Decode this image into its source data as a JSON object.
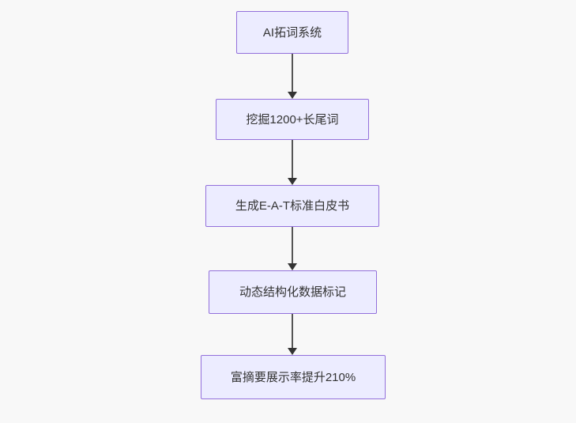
{
  "diagram": {
    "type": "flowchart",
    "direction": "top-down",
    "nodes": [
      {
        "id": "n1",
        "label": "AI拓词系统"
      },
      {
        "id": "n2",
        "label": "挖掘1200+长尾词"
      },
      {
        "id": "n3",
        "label": "生成E-A-T标准白皮书"
      },
      {
        "id": "n4",
        "label": "动态结构化数据标记"
      },
      {
        "id": "n5",
        "label": "富摘要展示率提升210%"
      }
    ],
    "edges": [
      {
        "from": "n1",
        "to": "n2",
        "style": "arrow"
      },
      {
        "from": "n2",
        "to": "n3",
        "style": "arrow"
      },
      {
        "from": "n3",
        "to": "n4",
        "style": "arrow"
      },
      {
        "from": "n4",
        "to": "n5",
        "style": "arrow"
      }
    ],
    "colors": {
      "node_fill": "#ececff",
      "node_border": "#9370db",
      "edge_line": "#555555",
      "arrowhead": "#333333",
      "text": "#333333",
      "background": "#f8f8f8"
    }
  }
}
